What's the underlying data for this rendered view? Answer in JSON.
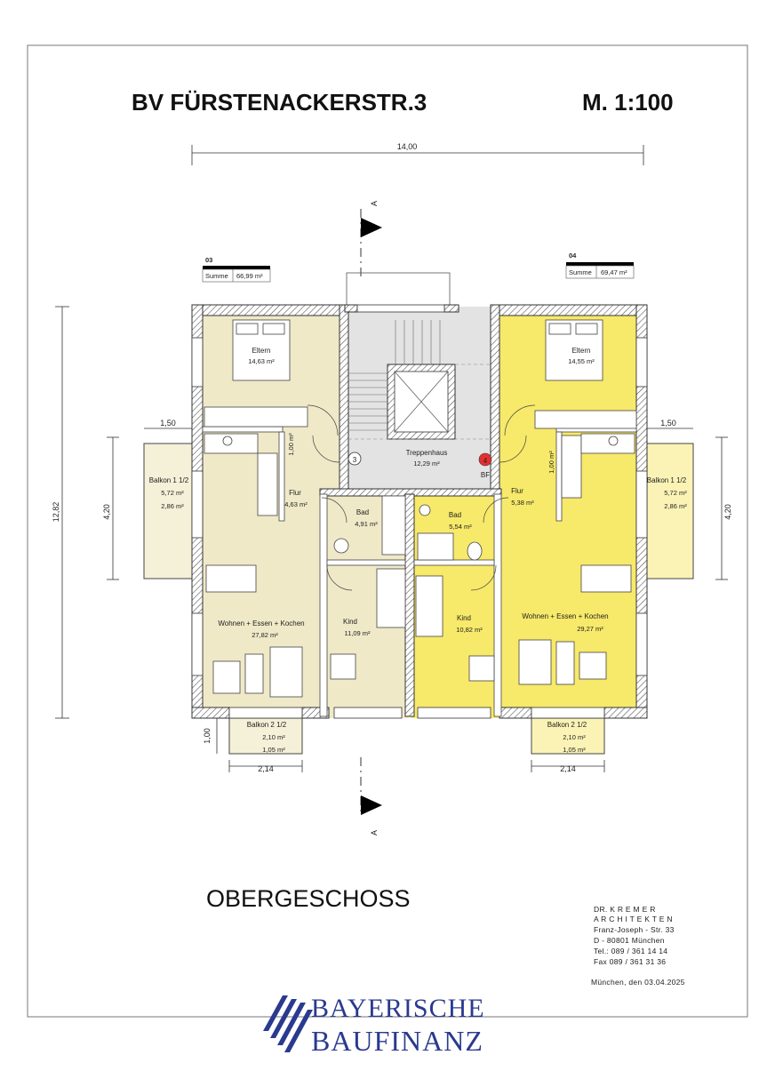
{
  "header": {
    "project_title": "BV  FÜRSTENACKERSTR.3",
    "scale": "M. 1:100"
  },
  "dimensions": {
    "total_width": "14,00",
    "total_depth": "12,82",
    "balcony1_left_width": "1,50",
    "balcony1_right_width": "1,50",
    "balcony1_depth_left": "4,20",
    "balcony1_depth_right": "4,20",
    "balcony2_depth": "1,00",
    "balcony2_width_left": "2,14",
    "balcony2_width_right": "2,14",
    "section_mark": "A"
  },
  "units": {
    "left": {
      "id": "03",
      "sum_label": "Summe",
      "sum_value": "66,99 m²"
    },
    "right": {
      "id": "04",
      "sum_label": "Summe",
      "sum_value": "69,47 m²"
    }
  },
  "rooms": {
    "eltern_left": {
      "name": "Eltern",
      "area": "14,63 m²"
    },
    "eltern_right": {
      "name": "Eltern",
      "area": "14,55 m²"
    },
    "treppenhaus": {
      "name": "Treppenhaus",
      "area": "12,29 m²"
    },
    "flur_left": {
      "name": "Flur",
      "area": "4,63 m²"
    },
    "flur_right": {
      "name": "Flur",
      "area": "5,38 m²"
    },
    "bad_left": {
      "name": "Bad",
      "area": "4,91 m²"
    },
    "bad_right": {
      "name": "Bad",
      "area": "5,54 m²"
    },
    "kind_left": {
      "name": "Kind",
      "area": "11,09 m²"
    },
    "kind_right": {
      "name": "Kind",
      "area": "10,82 m²"
    },
    "wohnen_left": {
      "name": "Wohnen + Essen + Kochen",
      "area": "27,82 m²"
    },
    "wohnen_right": {
      "name": "Wohnen + Essen + Kochen",
      "area": "29,27 m²"
    },
    "balkon1_left": {
      "name": "Balkon 1   1/2",
      "area": "5,72 m²",
      "half": "2,86 m²"
    },
    "balkon1_right": {
      "name": "Balkon 1   1/2",
      "area": "5,72 m²",
      "half": "2,86 m²"
    },
    "balkon2_left": {
      "name": "Balkon 2   1/2",
      "area": "2,10 m²",
      "half": "1,05 m²"
    },
    "balkon2_right": {
      "name": "Balkon 2   1/2",
      "area": "2,10 m²",
      "half": "1,05 m²"
    },
    "storage_left": {
      "area": "1,00 m²"
    },
    "storage_right": {
      "area": "1,00 m²"
    }
  },
  "markers": {
    "stair_number": "3",
    "unit_marker": "4",
    "unit_marker_note": "BF"
  },
  "floor_label": "OBERGESCHOSS",
  "office": {
    "line1": "DR. K R E M E R",
    "line2": "A R C H I T E K T E N",
    "line3": "Franz-Joseph - Str. 33",
    "line4": "D - 80801      München",
    "line5": "Tel.: 089 /  361  14  14",
    "line6": "Fax  089 /  361  31  36",
    "date": "München, den 03.04.2025"
  },
  "brand": {
    "line1": "BAYERISCHE",
    "line2": "BAUFINANZ"
  },
  "colors": {
    "unit_left": "#efe9c8",
    "unit_right": "#f7e96a",
    "balcony_left": "#f5f0d8",
    "balcony_right": "#fbf3b5",
    "stair": "#e3e3e3",
    "wall": "#4a4a4a",
    "brand": "#2a3a8f"
  }
}
